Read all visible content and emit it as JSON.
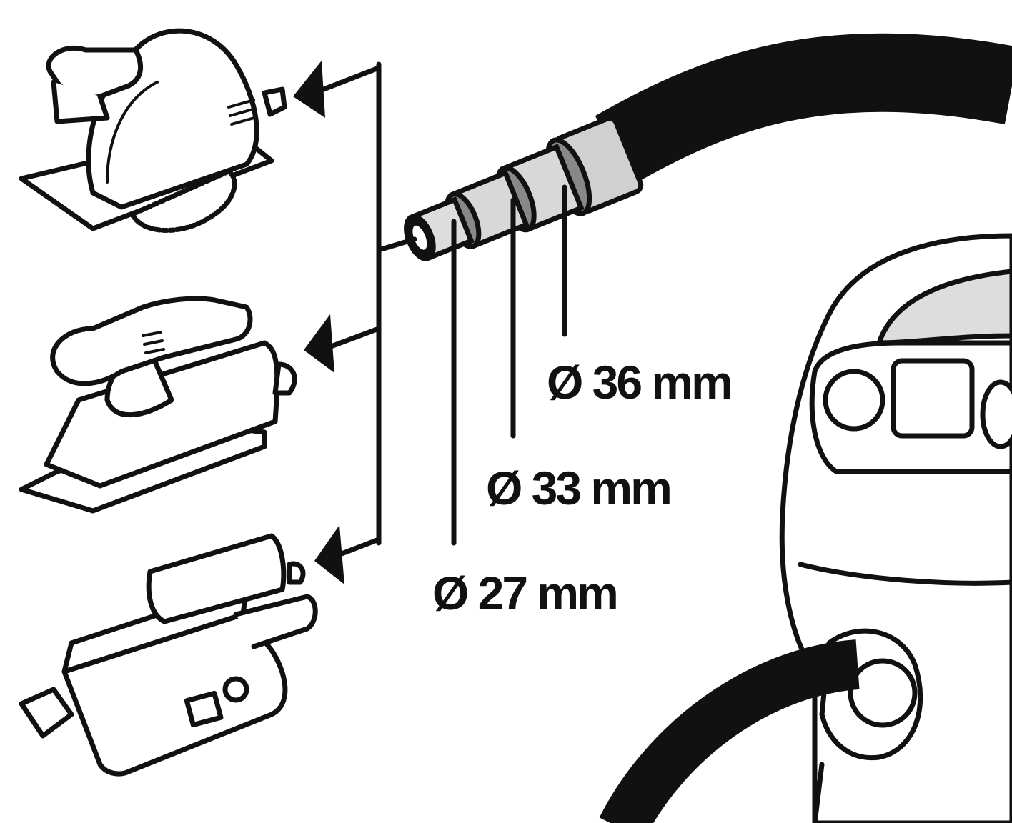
{
  "labels": {
    "d36": "Ø 36 mm",
    "d33": "Ø 33 mm",
    "d27": "Ø 27 mm"
  },
  "colors": {
    "line": "#111111",
    "adapter": "#cfcfcf",
    "adapter_ring": "#888888",
    "background": "#ffffff"
  }
}
